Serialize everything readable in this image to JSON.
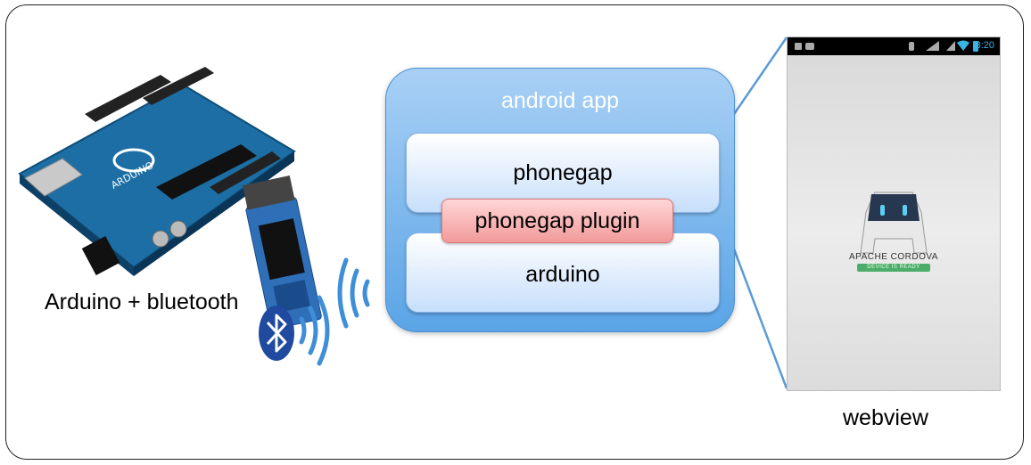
{
  "labels": {
    "arduino_bluetooth": "Arduino + bluetooth",
    "webview": "webview"
  },
  "app": {
    "title": "android app",
    "layers": {
      "phonegap": "phonegap",
      "plugin": "phonegap plugin",
      "arduino": "arduino"
    }
  },
  "phone": {
    "clock": "8:20",
    "cordova_name": "APACHE CORDOVA",
    "device_status": "DEVICE IS READY"
  },
  "icons": [
    "bluetooth-icon",
    "wireless-waves-icon",
    "arduino-board-icon",
    "bluetooth-module-icon",
    "cordova-logo-icon",
    "battery-icon",
    "wifi-icon",
    "signal-icon",
    "usb-icon"
  ],
  "colors": {
    "app_box": "#5aa4e6",
    "layer": "#c7dffb",
    "plugin": "#f29a9a",
    "bluetooth": "#1f4aa0",
    "waves": "#3f8fd8",
    "board": "#1a6aa0",
    "clock": "#39b3e6"
  }
}
